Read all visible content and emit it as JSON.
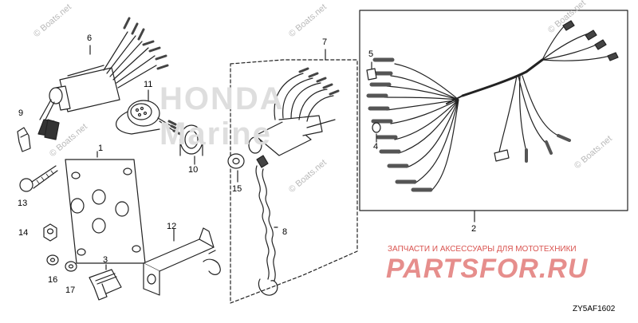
{
  "watermarks": {
    "boats_net": "© Boats.net"
  },
  "brand_watermark": {
    "line1": "HONDA",
    "line2": "Marine"
  },
  "promo": {
    "text": "ЗАПЧАСТИ И АКСЕССУАРЫ ДЛЯ МОТОТЕХНИКИ",
    "logo": "PARTSFOR.RU"
  },
  "diagram_code": "ZY5AF1602",
  "callouts": {
    "c1": "1",
    "c2": "2",
    "c3": "3",
    "c4": "4",
    "c5": "5",
    "c6": "6",
    "c7": "7",
    "c8": "8",
    "c9": "9",
    "c10": "10",
    "c11": "11",
    "c12": "12",
    "c13": "13",
    "c14": "14",
    "c15": "15",
    "c16": "16",
    "c17": "17"
  },
  "colors": {
    "line": "#222222",
    "watermark": "#b9b9b9",
    "promo": "#d9534f"
  }
}
